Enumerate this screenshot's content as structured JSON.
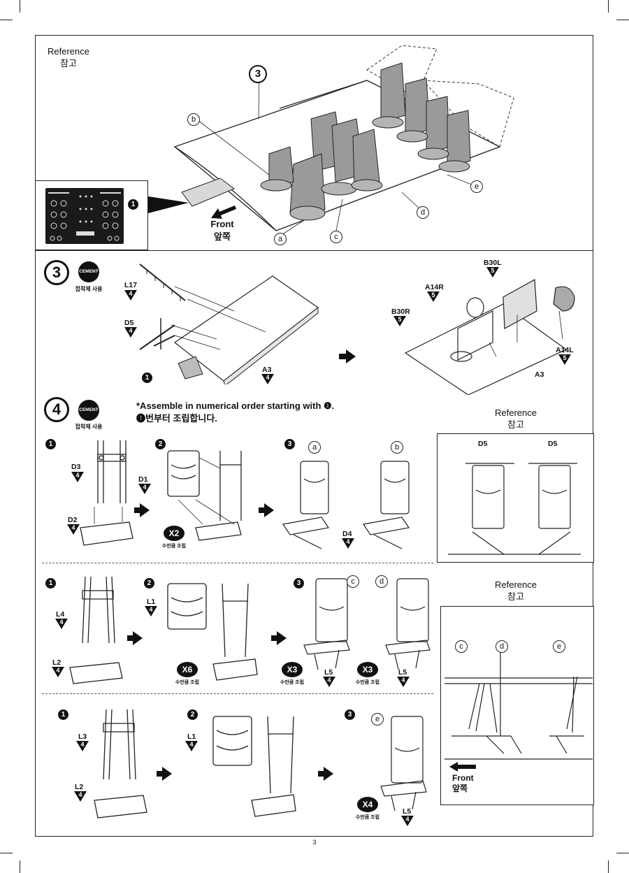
{
  "page_number": "3",
  "top_panel": {
    "reference_en": "Reference",
    "reference_ko": "참고",
    "step_badge": "3",
    "callouts": [
      "b",
      "e",
      "d",
      "c",
      "a"
    ],
    "front_en": "Front",
    "front_ko": "앞쪽",
    "decal_num": "1"
  },
  "step3": {
    "step_num": "3",
    "cement_label": "CEMENT",
    "cement_caption": "접착제 사용",
    "parts_left": [
      {
        "id": "L17",
        "qty": "4"
      },
      {
        "id": "D5",
        "qty": "4"
      },
      {
        "id": "A3",
        "qty": "4"
      }
    ],
    "decal_num": "1",
    "parts_right": [
      {
        "id": "B30L",
        "qty": "5"
      },
      {
        "id": "A14R",
        "qty": "5"
      },
      {
        "id": "B30R",
        "qty": "5"
      },
      {
        "id": "A14L",
        "qty": "5"
      },
      {
        "id": "A3",
        "qty": ""
      }
    ]
  },
  "step4": {
    "step_num": "4",
    "cement_label": "CEMENT",
    "cement_caption": "접착제 사용",
    "note_en": "*Assemble in numerical order starting with ❶.",
    "note_ko": "❶번부터 조립합니다.",
    "reference_en": "Reference",
    "reference_ko": "참고",
    "row1": {
      "sub1": "1",
      "sub2": "2",
      "sub3": "3",
      "parts": [
        {
          "id": "D3",
          "qty": "4"
        },
        {
          "id": "D2",
          "qty": "4"
        },
        {
          "id": "D1",
          "qty": "4"
        },
        {
          "id": "D4",
          "qty": "4"
        }
      ],
      "mult": "X2",
      "mult_caption": "수만큼 조립",
      "labels": [
        "a",
        "b"
      ],
      "ref_labels": [
        "D5",
        "D5"
      ]
    },
    "row2": {
      "sub1": "1",
      "sub2": "2",
      "sub3": "3",
      "parts": [
        {
          "id": "L4",
          "qty": "4"
        },
        {
          "id": "L2",
          "qty": "4"
        },
        {
          "id": "L1",
          "qty": "4"
        },
        {
          "id": "L5",
          "qty": "4"
        },
        {
          "id": "L5",
          "qty": "4"
        }
      ],
      "mult_a": "X6",
      "mult_b": "X3",
      "mult_c": "X3",
      "mult_caption": "수만큼 조립",
      "labels": [
        "c",
        "d"
      ]
    },
    "row3": {
      "sub1": "1",
      "sub2": "2",
      "sub3": "3",
      "parts": [
        {
          "id": "L3",
          "qty": "4"
        },
        {
          "id": "L2",
          "qty": "4"
        },
        {
          "id": "L1",
          "qty": "4"
        },
        {
          "id": "L5",
          "qty": "4"
        }
      ],
      "mult": "X4",
      "mult_caption": "수만큼 조립",
      "label": "e"
    },
    "ref2": {
      "reference_en": "Reference",
      "reference_ko": "참고",
      "labels": [
        "c",
        "d",
        "e"
      ],
      "front_en": "Front",
      "front_ko": "앞쪽"
    }
  }
}
